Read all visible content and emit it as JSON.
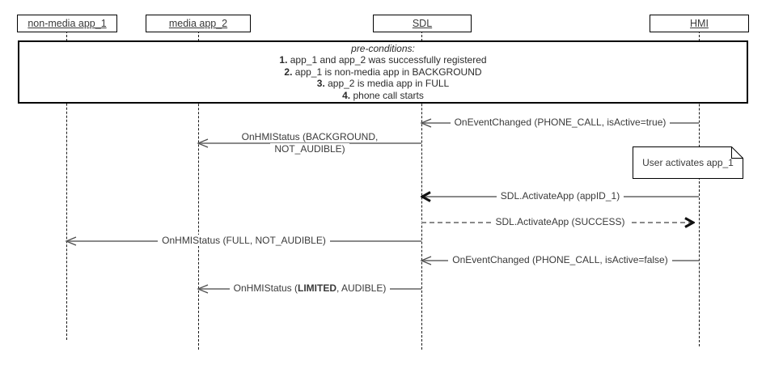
{
  "participants": [
    {
      "label": "non-media app_1"
    },
    {
      "label": "media app_2"
    },
    {
      "label": "SDL"
    },
    {
      "label": "HMI"
    }
  ],
  "preconditions": {
    "title": "pre-conditions:",
    "items": [
      {
        "num": "1.",
        "text": " app_1 and app_2 was successfully registered"
      },
      {
        "num": "2.",
        "text": " app_1 is non-media app in BACKGROUND"
      },
      {
        "num": "3.",
        "text": " app_2 is media app in FULL"
      },
      {
        "num": "4.",
        "text": " phone call starts"
      }
    ]
  },
  "messages": [
    {
      "from": "HMI",
      "to": "SDL",
      "label": "OnEventChanged (PHONE_CALL, isActive=true)"
    },
    {
      "from": "SDL",
      "to": "media app_2",
      "line1": "OnHMIStatus (BACKGROUND,",
      "line2": "NOT_AUDIBLE)"
    },
    {
      "from": "HMI",
      "to": "SDL",
      "label": "SDL.ActivateApp (appID_1)"
    },
    {
      "from": "SDL",
      "to": "HMI",
      "label": "SDL.ActivateApp (SUCCESS)"
    },
    {
      "from": "SDL",
      "to": "non-media app_1",
      "label": "OnHMIStatus (FULL, NOT_AUDIBLE)"
    },
    {
      "from": "HMI",
      "to": "SDL",
      "label": "OnEventChanged (PHONE_CALL, isActive=false)"
    },
    {
      "from": "SDL",
      "to": "media app_2",
      "prefix": "OnHMIStatus (",
      "bold": "LIMITED",
      "suffix": ", AUDIBLE)"
    }
  ],
  "note": {
    "text": "User activates app_1"
  },
  "colors": {
    "background": "#ffffff",
    "box_border": "#000000",
    "message_line": "#8a8a8a",
    "text": "#3a3a3a"
  }
}
